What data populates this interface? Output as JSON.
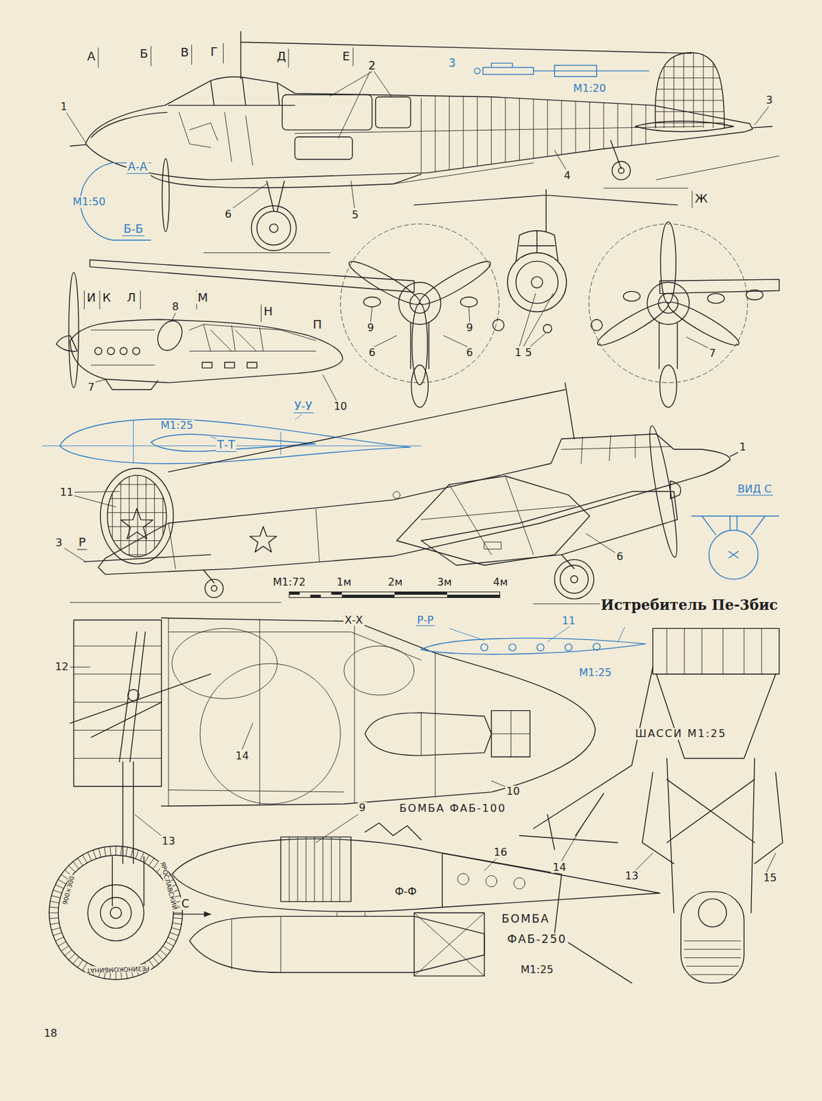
{
  "diagram": {
    "title": "Истребитель Пе-3бис",
    "labels": [
      "А",
      "Б",
      "В",
      "Г",
      "Д",
      "Е",
      "2",
      "3",
      "М1:20",
      "1",
      "3",
      "А-А",
      "М1:50",
      "Б-Б",
      "6",
      "5",
      "4",
      "Ж",
      "И",
      "К",
      "Л",
      "М",
      "Н",
      "П",
      "8",
      "9",
      "9",
      "6",
      "6",
      "1",
      "5",
      "7",
      "7",
      "10",
      "У-У",
      "М1:25",
      "Т-Т",
      "1",
      "ВИД С",
      "11",
      "6",
      "3",
      "Р",
      "М1:72",
      "1м",
      "2м",
      "3м",
      "4м",
      "Х-Х",
      "Р-Р",
      "11",
      "М1:25",
      "12",
      "ШАССИ М1:25",
      "14",
      "10",
      "9",
      "БОМБА ФАБ-100",
      "13",
      "16",
      "14",
      "13",
      "15",
      "Ф-Ф",
      "С",
      "БОМБА",
      "ФАБ-250",
      "М1:25",
      "900×300",
      "ЯРОСЛАВСКИЙ",
      "РЕЗИНОКОМБИНАТ",
      "18"
    ]
  }
}
